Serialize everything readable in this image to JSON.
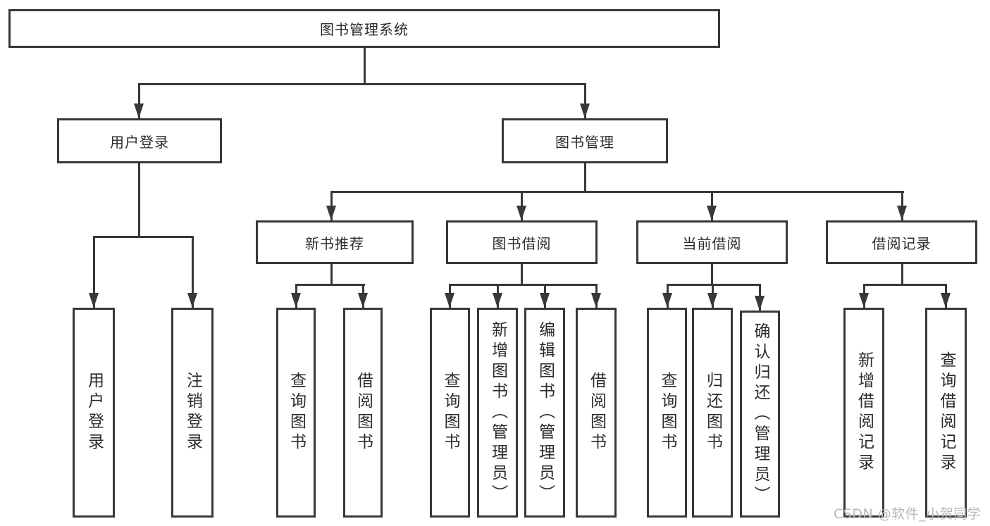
{
  "nodes": {
    "root": {
      "label": "图书管理系统"
    },
    "level2": [
      {
        "label": "用户登录"
      },
      {
        "label": "图书管理"
      }
    ],
    "level3": [
      {
        "label": "新书推荐"
      },
      {
        "label": "图书借阅"
      },
      {
        "label": "当前借阅"
      },
      {
        "label": "借阅记录"
      }
    ],
    "leaves_user_login": [
      {
        "label": "用户登录"
      },
      {
        "label": "注销登录"
      }
    ],
    "leaves_new_book": [
      {
        "label": "查询图书"
      },
      {
        "label": "借阅图书"
      }
    ],
    "leaves_book_borrow": [
      {
        "label": "查询图书"
      },
      {
        "label": "新增图书（管理员）"
      },
      {
        "label": "编辑图书（管理员）"
      },
      {
        "label": "借阅图书"
      }
    ],
    "leaves_current_borrow": [
      {
        "label": "查询图书"
      },
      {
        "label": "归还图书"
      },
      {
        "label": "确认归还（管理员）"
      }
    ],
    "leaves_borrow_records": [
      {
        "label": "新增借阅记录"
      },
      {
        "label": "查询借阅记录"
      }
    ]
  },
  "watermark": {
    "text": "CSDN @软件_小贺同学"
  },
  "colors": {
    "line": "#383838",
    "node_border": "#383838",
    "text": "#2b2b2b",
    "watermark": "#b4b8bf",
    "background": "#ffffff"
  }
}
